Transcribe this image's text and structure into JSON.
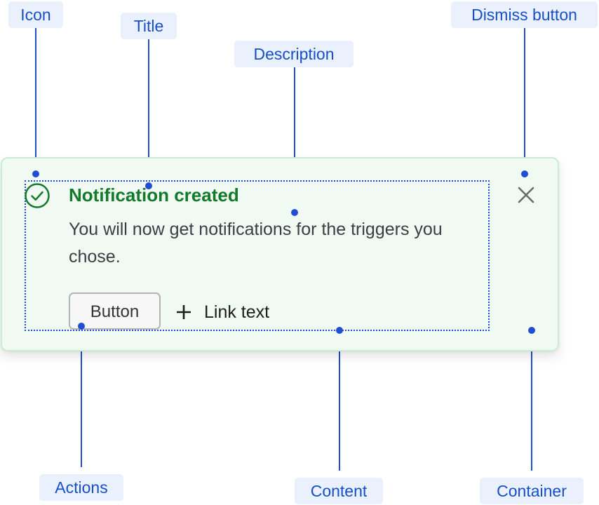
{
  "annotations": {
    "icon": "Icon",
    "title": "Title",
    "description": "Description",
    "dismiss_button": "Dismiss button",
    "actions": "Actions",
    "content": "Content",
    "container": "Container"
  },
  "notification": {
    "title": "Notification created",
    "description": "You will now get notifications for the triggers you chose.",
    "button_label": "Button",
    "link_label": "Link text",
    "status_icon": "check-circle-icon",
    "link_icon": "plus-icon",
    "dismiss_icon": "close-icon"
  },
  "colors": {
    "annotation_text": "#1650c8",
    "annotation_background": "#eaf1fd",
    "leader_line": "#1f4fd0",
    "container_background": "#f1f9f3",
    "container_border": "#c9ecd3",
    "success_green": "#137a2b"
  }
}
